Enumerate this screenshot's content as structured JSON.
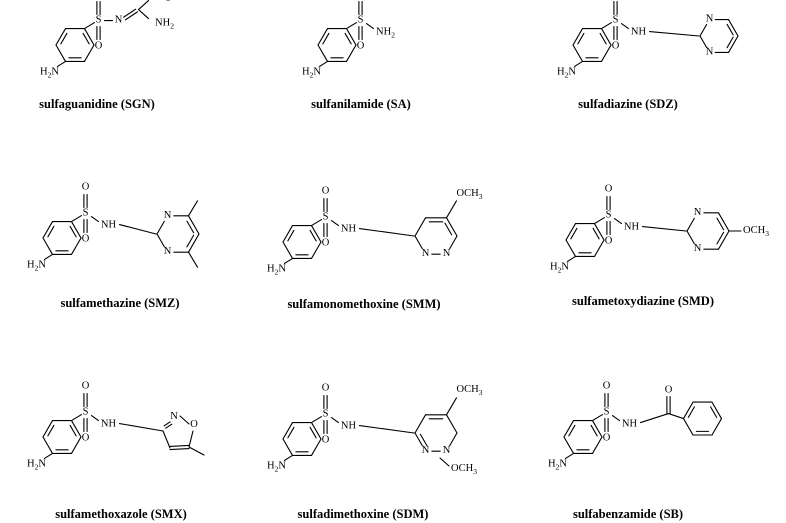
{
  "compounds": [
    {
      "name": "sulfaguanidine (SGN)"
    },
    {
      "name": "sulfanilamide (SA)"
    },
    {
      "name": "sulfadiazine (SDZ)"
    },
    {
      "name": "sulfamethazine (SMZ)"
    },
    {
      "name": "sulfamonomethoxine (SMM)"
    },
    {
      "name": "sulfametoxydiazine (SMD)"
    },
    {
      "name": "sulfamethoxazole (SMX)"
    },
    {
      "name": "sulfadimethoxine (SDM)"
    },
    {
      "name": "sulfabenzamide (SB)"
    }
  ],
  "atoms": {
    "S": "S",
    "O": "O",
    "N": "N",
    "NH": "NH",
    "H2N": "H2N",
    "NH2": "NH2",
    "OCH3": "OCH3"
  }
}
